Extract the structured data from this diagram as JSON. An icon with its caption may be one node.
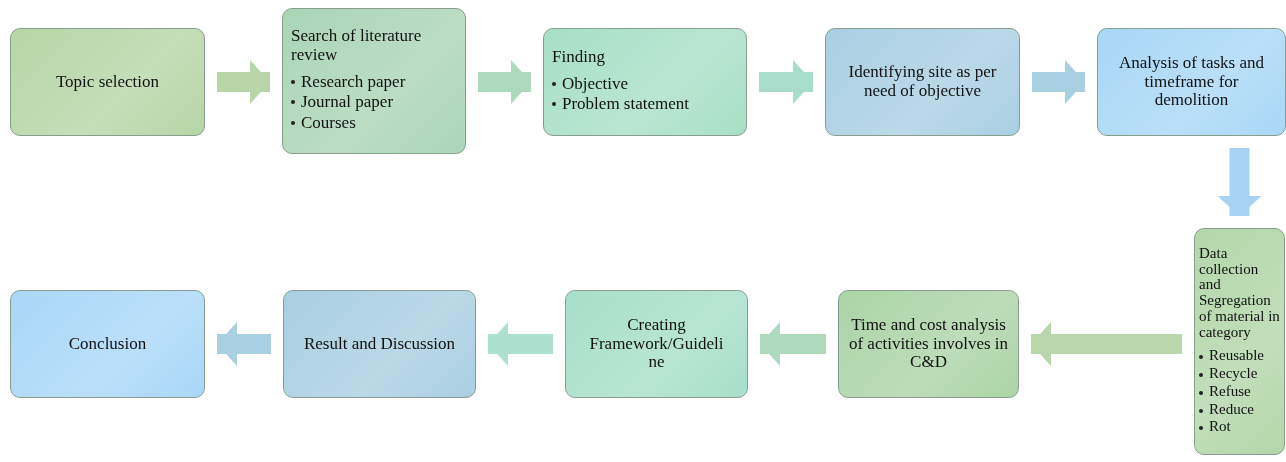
{
  "diagram": {
    "nodes": [
      {
        "text": [
          "Topic selection"
        ]
      },
      {
        "text": [
          "Search of literature review",
          "Research paper",
          "Journal paper",
          "Courses"
        ]
      },
      {
        "text": [
          "Finding",
          "Objective",
          "Problem statement"
        ]
      },
      {
        "text": [
          "Identifying site as per need of objective"
        ]
      },
      {
        "text": [
          "Analysis of tasks and timeframe for demolition"
        ]
      },
      {
        "text": [
          "Data collection and Segregation of material in category",
          "Reusable",
          "Recycle",
          "Refuse",
          "Reduce",
          "Rot"
        ]
      },
      {
        "text": [
          "Time and cost analysis of activities involves in C&D"
        ]
      },
      {
        "text": [
          "Creating Framework/Guideli ne"
        ]
      },
      {
        "text": [
          "Result and Discussion"
        ]
      },
      {
        "text": [
          "Conclusion"
        ]
      }
    ],
    "edges": [
      {
        "from": 0,
        "to": 1,
        "arrow": "to",
        "color": "#b9d6a9"
      },
      {
        "from": 1,
        "to": 2,
        "arrow": "to",
        "color": "#add9bd"
      },
      {
        "from": 2,
        "to": 3,
        "arrow": "to",
        "color": "#a9ddcb"
      },
      {
        "from": 3,
        "to": 4,
        "arrow": "to",
        "color": "#a9cfe3"
      },
      {
        "from": 4,
        "to": 5,
        "arrow": "to",
        "color": "#a6d3f3"
      },
      {
        "from": 5,
        "to": 6,
        "arrow": "to",
        "color": "#b8d8ab"
      },
      {
        "from": 6,
        "to": 7,
        "arrow": "to",
        "color": "#afd9bb"
      },
      {
        "from": 7,
        "to": 8,
        "arrow": "to",
        "color": "#aee0cf"
      },
      {
        "from": 8,
        "to": 9,
        "arrow": "to",
        "color": "#a9cfe3"
      }
    ]
  }
}
